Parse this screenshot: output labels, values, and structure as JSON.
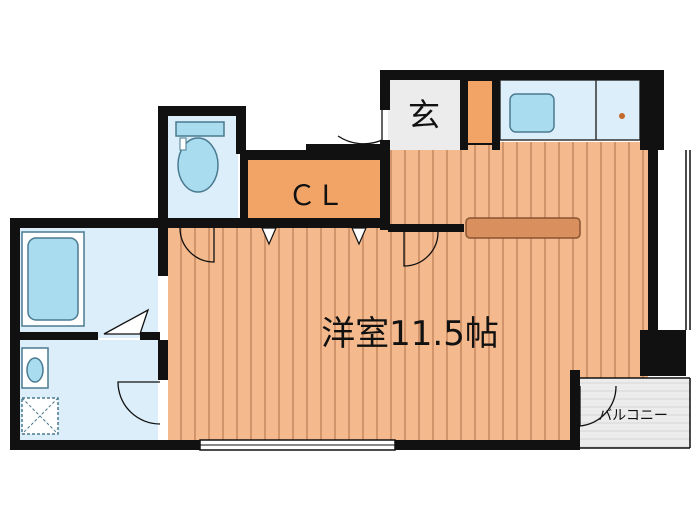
{
  "labels": {
    "main_room": "洋室11.5帖",
    "closet": "ＣＬ",
    "entrance": "玄",
    "balcony": "バルコニー"
  },
  "colors": {
    "wall": "#111111",
    "floor_wood": "#f4b98c",
    "floor_stripe": "#c98a63",
    "wet_area": "#dceefa",
    "fixture_fill": "#a9dcef",
    "fixture_stroke": "#4a7a90",
    "storage_orange": "#f2a466",
    "entry_tile": "#ececec",
    "balcony_floor": "#ececec",
    "shelf": "#d98f5e"
  },
  "icons": [
    "bathtub-icon",
    "toilet-icon",
    "washbasin-icon",
    "washer-pan-icon",
    "kitchen-sink-icon",
    "stove-icon",
    "door-swing-icon"
  ]
}
